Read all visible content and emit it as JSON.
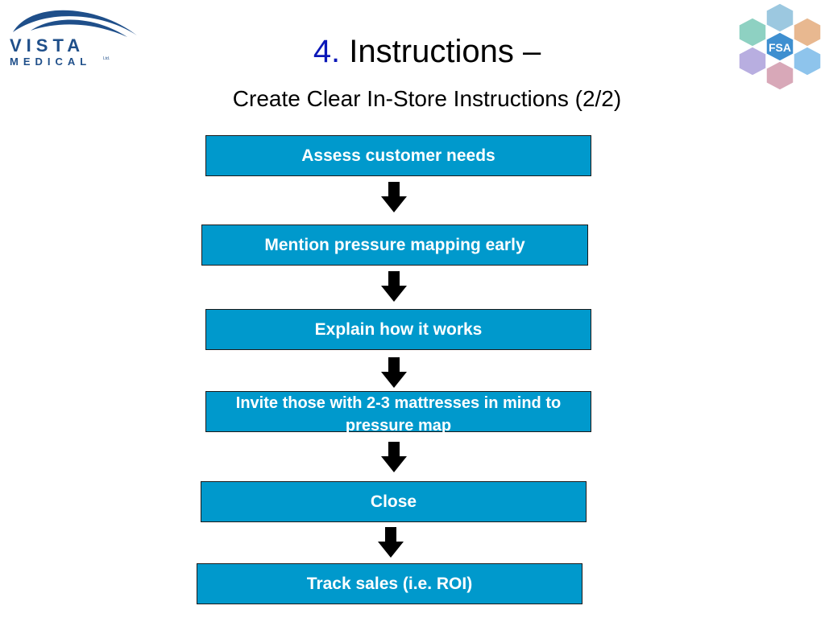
{
  "header": {
    "title_number": "4.",
    "title_text": "Instructions –",
    "subtitle": "Create Clear In-Store Instructions (2/2)"
  },
  "logos": {
    "left": {
      "line1": "VISTA",
      "line2": "MEDICAL",
      "suffix": "Ltd."
    },
    "right": {
      "text": "FSA"
    }
  },
  "colors": {
    "box_fill": "#0099cc",
    "box_text": "#ffffff",
    "title_number": "#0b18b8",
    "arrow": "#000000"
  },
  "flow": {
    "steps": [
      "Assess customer needs",
      "Mention pressure mapping early",
      "Explain how it works",
      "Invite those with 2-3 mattresses in mind to pressure map",
      "Close",
      "Track sales (i.e. ROI)"
    ]
  }
}
